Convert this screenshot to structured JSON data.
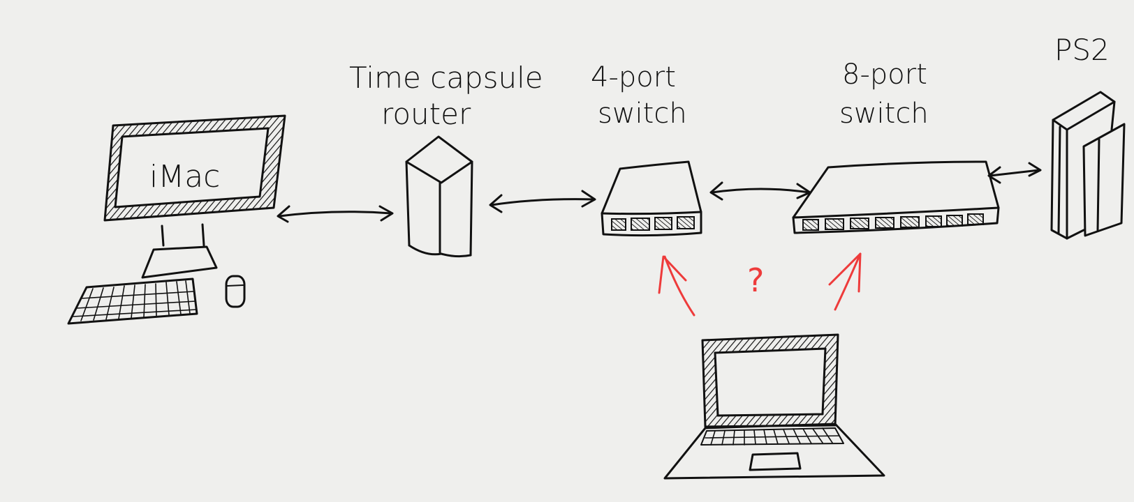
{
  "labels": {
    "imac": "iMac",
    "router_line1": "Time capsule",
    "router_line2": "router",
    "switch4_line1": "4-port",
    "switch4_line2": "switch",
    "switch8_line1": "8-port",
    "switch8_line2": "switch",
    "ps2": "PS2",
    "question": "?"
  },
  "colors": {
    "background": "#efefed",
    "ink": "#111111",
    "accent": "#ee3b3b"
  }
}
